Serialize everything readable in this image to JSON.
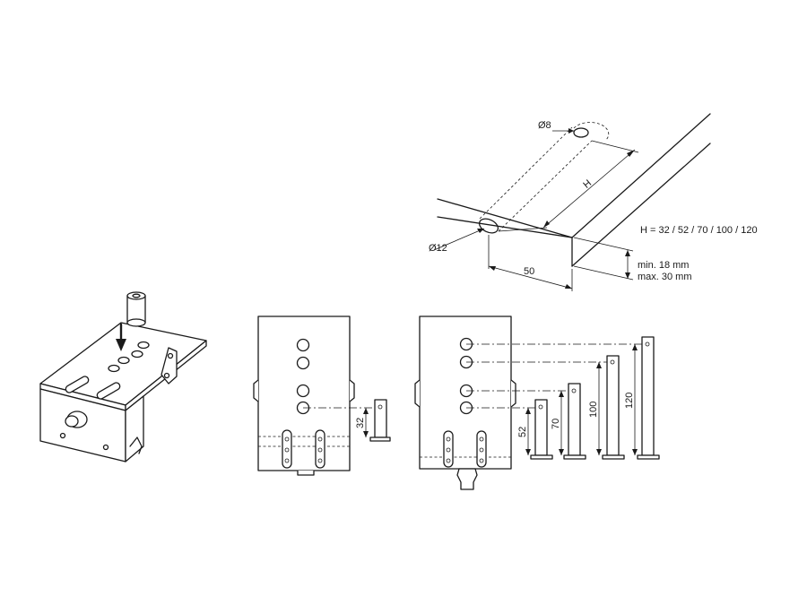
{
  "labels": {
    "dia8": "Ø8",
    "dia12": "Ø12",
    "h": "H",
    "w50": "50",
    "h_options": "H = 32 / 52 / 70 / 100 / 120",
    "min_thickness": "min. 18 mm",
    "max_thickness": "max. 30 mm",
    "d32": "32",
    "d52": "52",
    "d70": "70",
    "d100": "100",
    "d120": "120"
  }
}
